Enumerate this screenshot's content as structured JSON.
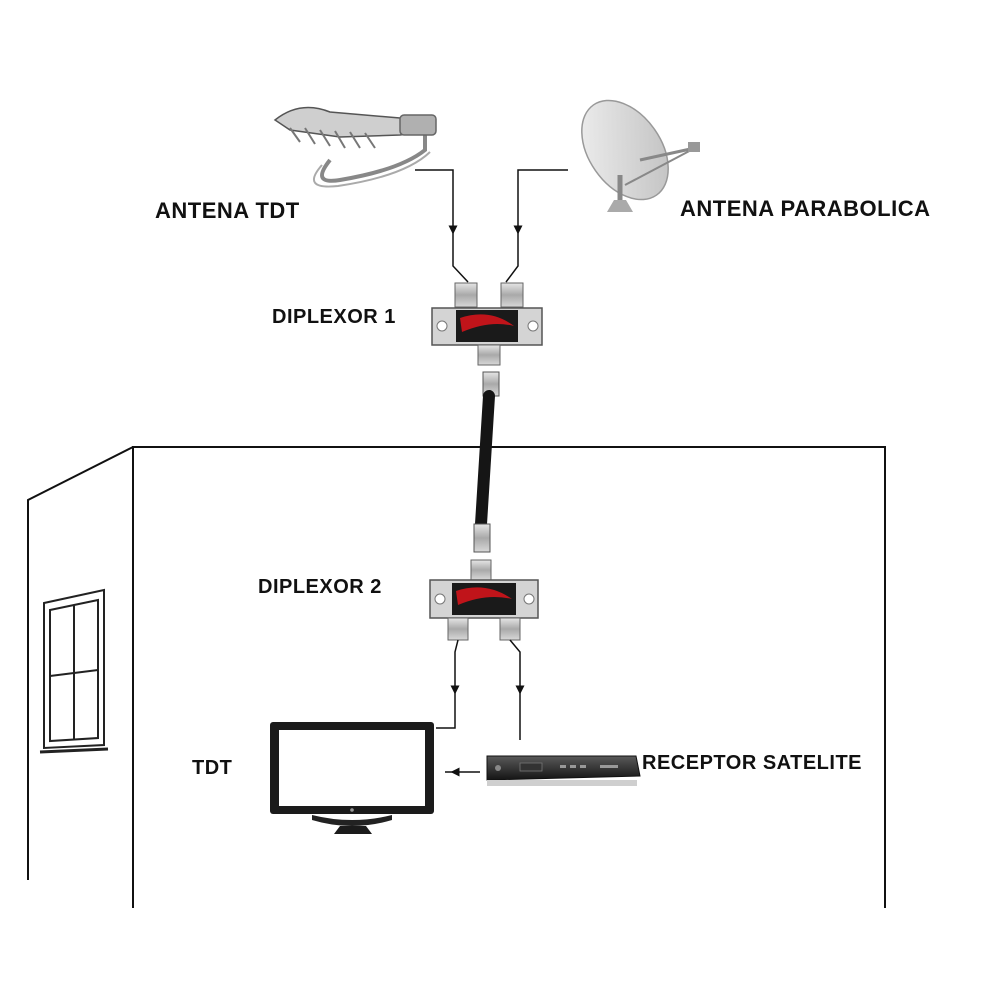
{
  "labels": {
    "antena_tdt": "ANTENA TDT",
    "antena_parabolica": "ANTENA PARABOLICA",
    "diplexor_1": "DIPLEXOR 1",
    "diplexor_2": "DIPLEXOR 2",
    "tdt": "TDT",
    "receptor_satelite": "RECEPTOR SATELITE"
  },
  "colors": {
    "line": "#111111",
    "metal": "#b9b9b9",
    "diplexor_red": "#c0141a",
    "cable": "#151515"
  }
}
